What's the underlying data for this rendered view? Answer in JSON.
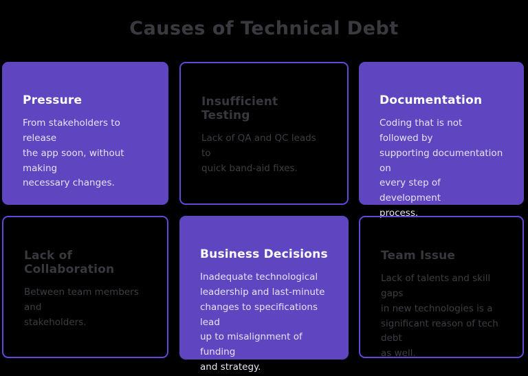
{
  "page_title": "Causes of Technical Debt",
  "colors": {
    "background": "#000000",
    "card_fill_purple": "#5F46C0",
    "card_outline_purple": "#6746D9",
    "page_title_text": "#3A3940",
    "filled_card_title_text": "#FFFFFF",
    "filled_card_body_text": "#E6E3F4",
    "outline_card_title_text": "#39383E",
    "outline_card_body_text": "#3E3D44"
  },
  "cards": [
    {
      "title": "Pressure",
      "body": "From stakeholders to release\nthe app soon, without making\nnecessary changes.",
      "variant": "filled"
    },
    {
      "title": "Insufficient Testing",
      "body": "Lack of QA and QC leads to\nquick band-aid fixes.",
      "variant": "outline"
    },
    {
      "title": "Documentation",
      "body": "Coding that is not followed by\nsupporting documentation on\nevery step of development\nprocess.",
      "variant": "filled"
    },
    {
      "title": "Lack of Collaboration",
      "body": "Between team members and\nstakeholders.",
      "variant": "outline"
    },
    {
      "title": "Business Decisions",
      "body": "Inadequate technological\nleadership and last-minute\nchanges to specifications lead\nup to misalignment of funding\nand strategy.",
      "variant": "filled"
    },
    {
      "title": "Team Issue",
      "body": "Lack of talents and skill gaps\nin new technologies is a\nsignificant reason of tech debt\nas well.",
      "variant": "outline"
    }
  ]
}
